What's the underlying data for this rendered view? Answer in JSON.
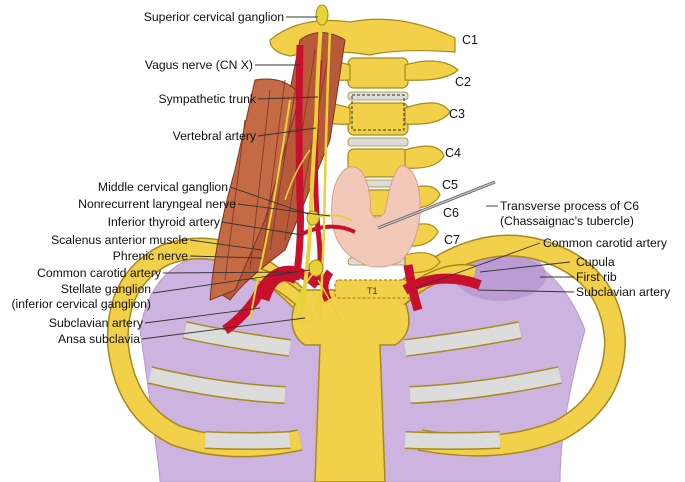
{
  "labels_left": {
    "superior_cervical_ganglion": "Superior cervical ganglion",
    "vagus_nerve": "Vagus nerve (CN X)",
    "sympathetic_trunk": "Sympathetic trunk",
    "vertebral_artery": "Vertebral artery",
    "middle_cervical_ganglion": "Middle cervical ganglion",
    "nonrecurrent_laryngeal_nerve": "Nonrecurrent laryngeal nerve",
    "inferior_thyroid_artery": "Inferior thyroid artery",
    "scalenus_anterior_muscle": "Scalenus anterior muscle",
    "phrenic_nerve": "Phrenic nerve",
    "common_carotid_artery": "Common carotid artery",
    "stellate_ganglion_line1": "Stellate ganglion",
    "stellate_ganglion_line2": "(inferior cervical ganglion)",
    "subclavian_artery": "Subclavian artery",
    "ansa_subclavia": "Ansa subclavia"
  },
  "labels_right": {
    "transverse_process_line1": "Transverse process of C6",
    "transverse_process_line2": "(Chassaignac’s tubercle)",
    "common_carotid_artery": "Common carotid artery",
    "cupula": "Cupula",
    "first_rib": "First rib",
    "subclavian_artery": "Subclavian artery"
  },
  "vertebrae": [
    "C1",
    "C2",
    "C3",
    "C4",
    "C5",
    "C6",
    "C7",
    "T1"
  ],
  "colors": {
    "bone": "#f2d04a",
    "bone_outline": "#a8891c",
    "cartilage": "#d9d9d9",
    "artery": "#c8102e",
    "muscle": "#b85a3a",
    "nerve": "#e8d23a",
    "thyroid": "#f2c9b8",
    "pleura": "#c9a9dc"
  }
}
